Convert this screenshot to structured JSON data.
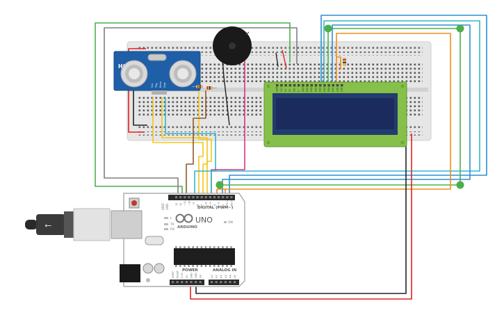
{
  "sensor": {
    "label": "HC-SR04",
    "pins": [
      "Vcc",
      "Trig",
      "Echo",
      "Gnd"
    ]
  },
  "arduino": {
    "brand": "ARDUINO",
    "model": "UNO",
    "digital_header": "DIGITAL (PWM~)",
    "power_header": "POWER",
    "analog_header": "ANALOG IN",
    "aref": "AREF",
    "gnd": "GND",
    "on_label": "ON",
    "l_label": "L",
    "tx_label": "TX",
    "rx_label": "RX",
    "digital_pins": [
      "13",
      "12",
      "~11",
      "~10",
      "~9",
      "8",
      "7",
      "~6",
      "~5",
      "4",
      "~3",
      "2",
      "TX 1",
      "RX 0"
    ],
    "power_pins": [
      "IOREF",
      "RESET",
      "3.3V",
      "5V",
      "GND",
      "GND",
      "Vin"
    ],
    "analog_pins": [
      "A0",
      "A1",
      "A2",
      "A3",
      "A4",
      "A5"
    ]
  },
  "lcd": {
    "pins": [
      "GND",
      "VCC",
      "V0",
      "RS",
      "RW",
      "E",
      "DB0",
      "DB1",
      "DB2",
      "DB3",
      "DB4",
      "DB5",
      "DB6",
      "DB7",
      "LED",
      "LED"
    ]
  },
  "colors": {
    "breadboard": "#e6e6e6",
    "sensor_board": "#1f5fa8",
    "lcd_pcb": "#86c04a",
    "lcd_screen": "#1b2b5e",
    "arduino_board": "#ffffff",
    "wire_green": "#4cae4c",
    "wire_gray": "#7f7f7f",
    "wire_blue": "#2b8fd1",
    "wire_orange": "#f08c1e",
    "wire_red": "#e02020",
    "wire_yellow": "#f2c617",
    "wire_brown": "#8b5a2b",
    "wire_pink": "#d63384",
    "wire_black": "#222222",
    "wire_teal": "#33b5c8"
  }
}
